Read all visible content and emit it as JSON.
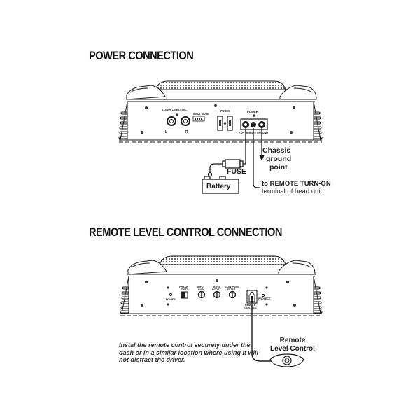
{
  "power_section": {
    "title": "POWER CONNECTION",
    "amp_panel": {
      "input_label": "LOW/HI LINE LEVEL",
      "channel_left": "L",
      "channel_right": "R",
      "mode_label": "INPUT MODE",
      "fuses_label": "FUSES",
      "power_label": "POWER",
      "terminal_labels": [
        "+12V",
        "REMOTE",
        "GROUND"
      ]
    },
    "chassis_label": "Chassis ground point",
    "chassis_lines": [
      "Chassis",
      "ground",
      "point"
    ],
    "fuse_label": "FUSE",
    "battery_label": "Battery",
    "remote_label_lines": [
      "to REMOTE TURN-ON",
      "terminal of head unit"
    ]
  },
  "remote_section": {
    "title": "REMOTE LEVEL CONTROL CONNECTION",
    "amp_panel": {
      "power_led": "POWER",
      "phase_label": "PHASE SHIFT",
      "input_gain_label": "INPUT GAIN",
      "bass_boost_label": "BASS BOOST",
      "lowpass_label": "LOW PASS FILTER",
      "remote_port_label": "REMOTE CONTROL",
      "protect_led": "PROTECT"
    },
    "note_lines": [
      "Instal the remote control securely under the",
      "dash or in a similar location where using it will",
      "not distract the driver."
    ],
    "remote_label_lines": [
      "Remote",
      "Level Control"
    ]
  },
  "colors": {
    "line": "#1a1a1a",
    "background": "#ffffff",
    "grille": "#555555"
  }
}
